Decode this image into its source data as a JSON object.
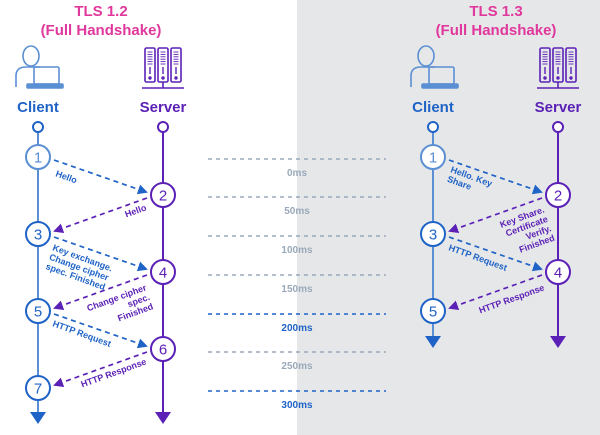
{
  "colors": {
    "client": "#1f63c6",
    "client_light": "#5b8fd4",
    "server": "#5b21b6",
    "title": "#e0389c",
    "tick_gray": "#9aa9ba",
    "tick_bold": "#1f63c6",
    "panel_bg": "#e6e7e9"
  },
  "panels": [
    {
      "id": "tls12",
      "title_line1": "TLS 1.2",
      "title_line2": "(Full Handshake)",
      "client_label": "Client",
      "server_label": "Server",
      "client_icon": "user-laptop-icon",
      "server_icon": "server-rack-icon",
      "steps": [
        {
          "n": "1",
          "side": "client"
        },
        {
          "n": "2",
          "side": "server"
        },
        {
          "n": "3",
          "side": "client"
        },
        {
          "n": "4",
          "side": "server"
        },
        {
          "n": "5",
          "side": "client"
        },
        {
          "n": "6",
          "side": "server"
        },
        {
          "n": "7",
          "side": "client"
        }
      ],
      "messages": [
        {
          "from": 1,
          "to": 2,
          "lines": [
            "Hello"
          ]
        },
        {
          "from": 2,
          "to": 3,
          "lines": [
            "Hello"
          ]
        },
        {
          "from": 3,
          "to": 4,
          "lines": [
            "Key exchange.",
            "Change cipher",
            "spec. Finished"
          ]
        },
        {
          "from": 4,
          "to": 5,
          "lines": [
            "Change cipher",
            "spec.",
            "Finished"
          ]
        },
        {
          "from": 5,
          "to": 6,
          "lines": [
            "HTTP Request"
          ]
        },
        {
          "from": 6,
          "to": 7,
          "lines": [
            "HTTP Response"
          ]
        }
      ]
    },
    {
      "id": "tls13",
      "title_line1": "TLS 1.3",
      "title_line2": "(Full Handshake)",
      "client_label": "Client",
      "server_label": "Server",
      "client_icon": "user-laptop-icon",
      "server_icon": "server-rack-icon",
      "steps": [
        {
          "n": "1",
          "side": "client"
        },
        {
          "n": "2",
          "side": "server"
        },
        {
          "n": "3",
          "side": "client"
        },
        {
          "n": "4",
          "side": "server"
        },
        {
          "n": "5",
          "side": "client"
        }
      ],
      "messages": [
        {
          "from": 1,
          "to": 2,
          "lines": [
            "Hello. Key",
            "Share"
          ]
        },
        {
          "from": 2,
          "to": 3,
          "lines": [
            "Key Share.",
            "Certificate",
            "Verify.",
            "Finished"
          ]
        },
        {
          "from": 3,
          "to": 4,
          "lines": [
            "HTTP Request"
          ]
        },
        {
          "from": 4,
          "to": 5,
          "lines": [
            "HTTP Response"
          ]
        }
      ]
    }
  ],
  "timeline": [
    {
      "label": "0ms",
      "highlight": false
    },
    {
      "label": "50ms",
      "highlight": false
    },
    {
      "label": "100ms",
      "highlight": false
    },
    {
      "label": "150ms",
      "highlight": false
    },
    {
      "label": "200ms",
      "highlight": true
    },
    {
      "label": "250ms",
      "highlight": false
    },
    {
      "label": "300ms",
      "highlight": true
    }
  ]
}
